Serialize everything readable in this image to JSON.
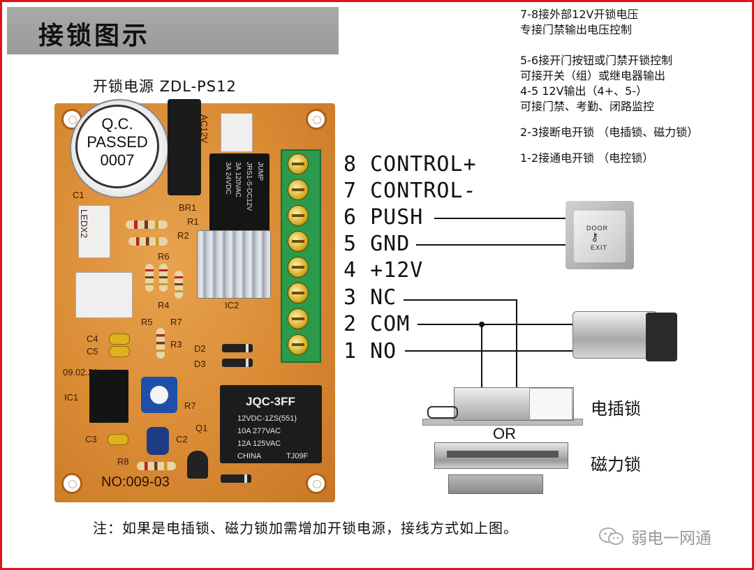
{
  "title": "接锁图示",
  "psu_label": "开锁电源 ZDL-PS12",
  "notes": [
    [
      "7-8接外部12V开锁电压",
      "专接门禁输出电压控制"
    ],
    [
      "5-6接开门按钮或门禁开锁控制",
      "可接开关（组）或继电器输出",
      "4-5 12V输出（4+、5-）",
      "可接门禁、考勤、闭路监控"
    ],
    [
      "2-3接断电开锁  （电插锁、磁力锁）"
    ],
    [
      "1-2接通电开锁  （电控锁）"
    ]
  ],
  "terminals": [
    {
      "number": "8",
      "label": "CONTROL+"
    },
    {
      "number": "7",
      "label": "CONTROL-"
    },
    {
      "number": "6",
      "label": "PUSH"
    },
    {
      "number": "5",
      "label": "GND"
    },
    {
      "number": "4",
      "label": "+12V"
    },
    {
      "number": "3",
      "label": "NC"
    },
    {
      "number": "2",
      "label": "COM"
    },
    {
      "number": "1",
      "label": "NO"
    }
  ],
  "pcb": {
    "sticker": [
      "Q.C.",
      "PASSED",
      "0007"
    ],
    "small_relay": [
      "JUMP",
      "JRS1-S-DC12V",
      "3A 120VAC",
      "3A 24VDC"
    ],
    "big_relay": {
      "title": "JQC-3FF",
      "lines": [
        "12VDC-1ZS(551)",
        "10A 277VAC",
        "12A 125VAC",
        "CHINA"
      ],
      "code": "TJ09F"
    },
    "board_number": "NO:009-03",
    "silk": [
      "AC12V",
      "C1",
      "LEDX2",
      "BR1",
      "R1",
      "R2",
      "R6",
      "R4",
      "R5",
      "R7",
      "R3",
      "C4",
      "C5",
      "IC1",
      "IC2",
      "D2",
      "D3",
      "C3",
      "C2",
      "R8",
      "Q1",
      "R7",
      "09.02.21"
    ]
  },
  "exit_button": {
    "top": "DOOR",
    "bottom": "EXIT",
    "icon": "key-icon"
  },
  "locks": {
    "plug_lock": "电插锁",
    "or": "OR",
    "mag_lock": "磁力锁"
  },
  "footnote": "注：如果是电插锁、磁力锁加需增加开锁电源，接线方式如上图。",
  "watermark": "弱电一网通",
  "colors": {
    "frame": "#d9171b",
    "pcb": "#d98a33",
    "terminal_block": "#2b9a4a",
    "title_bar": "#a0a0a0"
  }
}
